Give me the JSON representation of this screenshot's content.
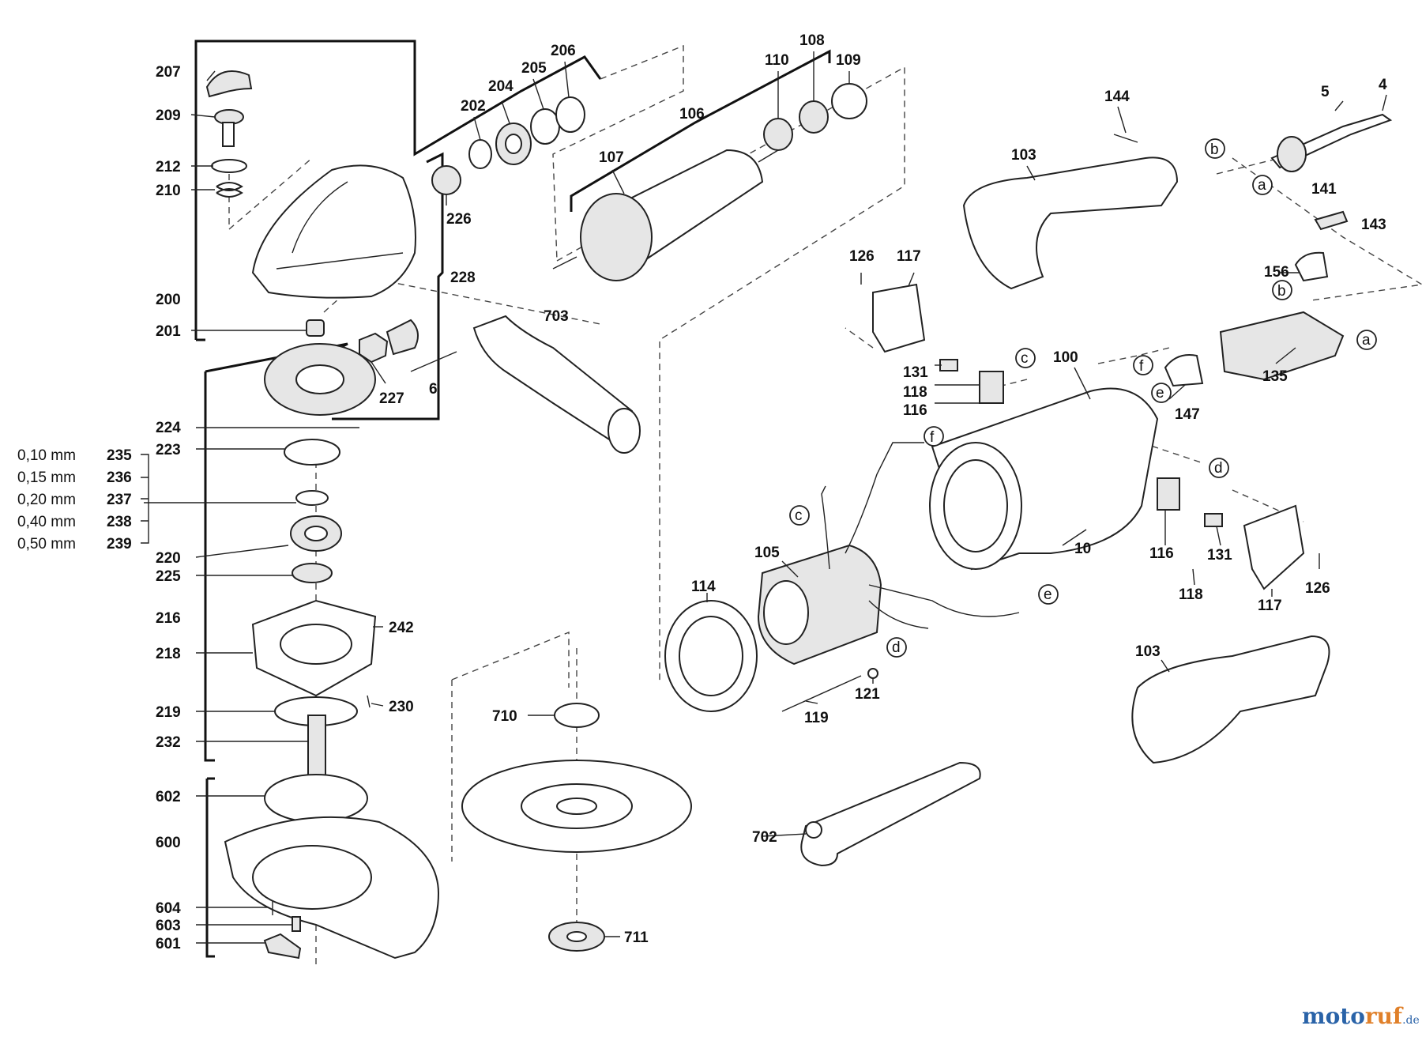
{
  "labels": {
    "l207": "207",
    "l209": "209",
    "l212": "212",
    "l210": "210",
    "l200": "200",
    "l201": "201",
    "l202": "202",
    "l204": "204",
    "l205": "205",
    "l206": "206",
    "l226": "226",
    "l228": "228",
    "l227": "227",
    "l6": "6",
    "l703": "703",
    "l106": "106",
    "l107": "107",
    "l110": "110",
    "l108": "108",
    "l109": "109",
    "l144": "144",
    "l103a": "103",
    "l103b": "103",
    "l5": "5",
    "l4": "4",
    "l141": "141",
    "l143": "143",
    "l156": "156",
    "l135": "135",
    "l147": "147",
    "l126a": "126",
    "l126b": "126",
    "l117a": "117",
    "l117b": "117",
    "l131a": "131",
    "l131b": "131",
    "l118a": "118",
    "l118b": "118",
    "l116a": "116",
    "l116b": "116",
    "l100": "100",
    "l10": "10",
    "l105": "105",
    "l114": "114",
    "l119": "119",
    "l121": "121",
    "l224": "224",
    "l223": "223",
    "l235": "235",
    "l236": "236",
    "l237": "237",
    "l238": "238",
    "l239": "239",
    "l220": "220",
    "l225": "225",
    "l216": "216",
    "l242": "242",
    "l218": "218",
    "l219": "219",
    "l230": "230",
    "l232": "232",
    "l602": "602",
    "l600": "600",
    "l604": "604",
    "l603": "603",
    "l601": "601",
    "l710": "710",
    "l711": "711",
    "l702": "702"
  },
  "shims": {
    "s235": "0,10 mm",
    "s236": "0,15 mm",
    "s237": "0,20 mm",
    "s238": "0,40 mm",
    "s239": "0,50 mm"
  },
  "connectors": {
    "a1": "a",
    "a2": "a",
    "b1": "b",
    "b2": "b",
    "c1": "c",
    "c2": "c",
    "d1": "d",
    "d2": "d",
    "e1": "e",
    "e2": "e",
    "f1": "f",
    "f2": "f"
  },
  "watermark": {
    "part1": "moto",
    "part2": "ruf",
    "suffix": ".de"
  },
  "colors": {
    "ink": "#222222",
    "watermark_blue": "#2a63a8",
    "watermark_orange": "#e0802a"
  }
}
